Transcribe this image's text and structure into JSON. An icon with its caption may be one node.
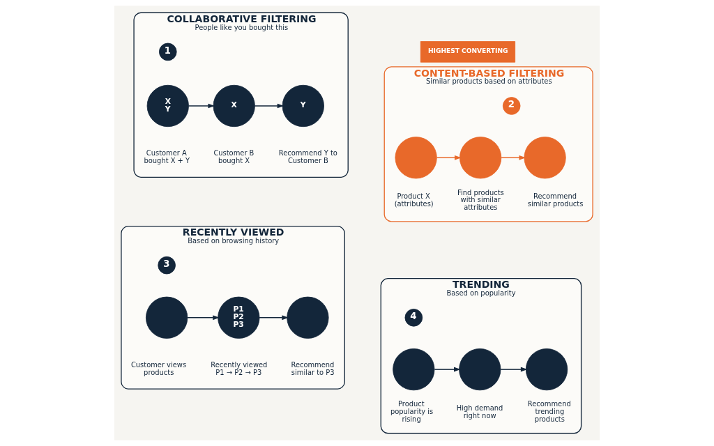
{
  "diagram": {
    "nodes": [
      {
        "text": [
          "COLLABORATIVE FILTERING",
          "People like you bought this"
        ]
      },
      {
        "text": [
          "1"
        ],
        "in": 0
      },
      {
        "text": [
          "X",
          "Y"
        ],
        "in": 0,
        "beside": [
          "Customer A bought X + Y"
        ]
      },
      {
        "text": [
          "X"
        ],
        "in": 0,
        "beside": [
          "Customer B bought X"
        ]
      },
      {
        "text": [
          "Y"
        ],
        "in": 0,
        "beside": [
          "Recommend Y to Customer B"
        ]
      },
      {
        "text": [
          "HIGHEST CONVERTING"
        ]
      },
      {
        "text": [
          "CONTENT-BASED FILTERING",
          "Similar products based on attributes"
        ]
      },
      {
        "text": [
          "2"
        ],
        "in": 6
      },
      {
        "text": [],
        "shape": "circle",
        "in": 6,
        "beside": [
          "Product X (attributes)"
        ]
      },
      {
        "text": [],
        "shape": "circle",
        "in": 6,
        "beside": [
          "Find products with similar attributes"
        ]
      },
      {
        "text": [],
        "shape": "circle",
        "in": 6,
        "beside": [
          "Recommend similar products"
        ]
      },
      {
        "text": [
          "RECENTLY VIEWED",
          "Based on browsing history"
        ]
      },
      {
        "text": [
          "3"
        ],
        "in": 11
      },
      {
        "text": [],
        "shape": "circle",
        "in": 11,
        "beside": [
          "Customer views products"
        ]
      },
      {
        "text": [
          "P1",
          "P2",
          "P3"
        ],
        "in": 11,
        "beside": [
          "Recently viewed P1 → P2 → P3"
        ]
      },
      {
        "text": [],
        "shape": "circle",
        "in": 11,
        "beside": [
          "Recommend similar to P3"
        ]
      },
      {
        "text": [
          "TRENDING",
          "Based on popularity"
        ]
      },
      {
        "text": [
          "4"
        ],
        "in": 16
      },
      {
        "text": [],
        "shape": "circle",
        "in": 16,
        "beside": [
          "Product popularity is rising"
        ]
      },
      {
        "text": [],
        "shape": "circle",
        "in": 16,
        "beside": [
          "High demand right now"
        ]
      },
      {
        "text": [],
        "shape": "circle",
        "in": 16,
        "beside": [
          "Recommend trending products"
        ]
      }
    ],
    "edges": [
      {
        "from": 2,
        "to": 3,
        "arrow": "to"
      },
      {
        "from": 3,
        "to": 4,
        "arrow": "to"
      },
      {
        "from": 8,
        "to": 9,
        "arrow": "to",
        "color": "#e8692a"
      },
      {
        "from": 9,
        "to": 10,
        "arrow": "to",
        "color": "#e8692a"
      },
      {
        "from": 13,
        "to": 14,
        "arrow": "to"
      },
      {
        "from": 14,
        "to": 15,
        "arrow": "to"
      },
      {
        "from": 18,
        "to": 19,
        "arrow": "to"
      },
      {
        "from": 19,
        "to": 20,
        "arrow": "to"
      }
    ]
  }
}
